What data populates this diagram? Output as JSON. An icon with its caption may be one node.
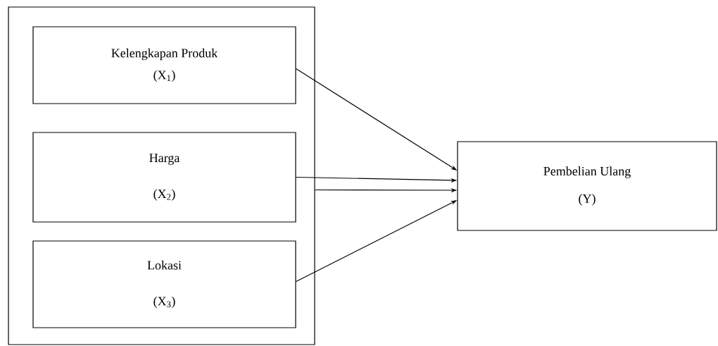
{
  "diagram": {
    "nodes": [
      {
        "text": [],
        "shape": "box"
      },
      {
        "text": [
          "Kelengkapan Produk",
          "(X$_{1}$)"
        ],
        "in": 0
      },
      {
        "text": [
          "Harga",
          "(X$_{2}$)"
        ],
        "in": 0
      },
      {
        "text": [
          "Lokasi",
          "(X$_{3}$)"
        ],
        "in": 0
      },
      {
        "text": [
          "Pembelian Ulang",
          "(Y)"
        ]
      }
    ],
    "edges": [
      {
        "from": 1,
        "to": 4,
        "arrow": "to"
      },
      {
        "from": 2,
        "to": 4,
        "arrow": "to"
      },
      {
        "from": 0,
        "to": 4,
        "arrow": "to"
      },
      {
        "from": 3,
        "to": 4,
        "arrow": "to"
      }
    ]
  }
}
